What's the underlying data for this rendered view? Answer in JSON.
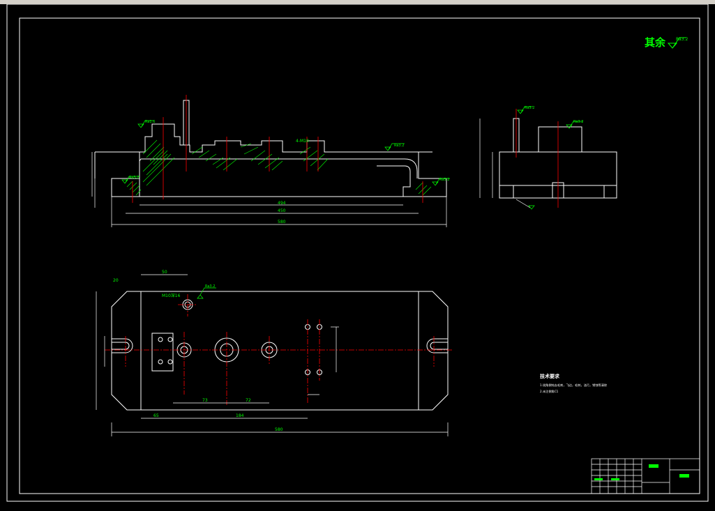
{
  "drawing": {
    "surface_note": {
      "text": "其余",
      "roughness": "Ra3.2"
    },
    "tech_requirements": {
      "title": "技术要求",
      "items": [
        "1.锐角倒钝去毛刺，飞边，毛刺，油污，锈蚀等清除",
        "2.未注倒角C1"
      ]
    },
    "dims": {
      "front_494": "494",
      "front_450": "450",
      "front_580": "580",
      "top_580": "580",
      "top_184": "184",
      "top_65": "65",
      "top_73": "73",
      "top_72": "72",
      "top_50": "50",
      "top_M10": "M10深16",
      "top_thread": "4-M10",
      "top_20": "20"
    },
    "roughness": [
      "Ra3.2",
      "Ra3.2",
      "Ra3.2",
      "Ra1.6",
      "Ra3.2",
      "Ra3.2",
      "Ra3.2",
      "Ra3.2"
    ],
    "colors": {
      "line": "#ffffff",
      "dimension": "#00ff00",
      "center": "#ff0000",
      "hatch": "#00ff00",
      "background": "#000000"
    }
  }
}
